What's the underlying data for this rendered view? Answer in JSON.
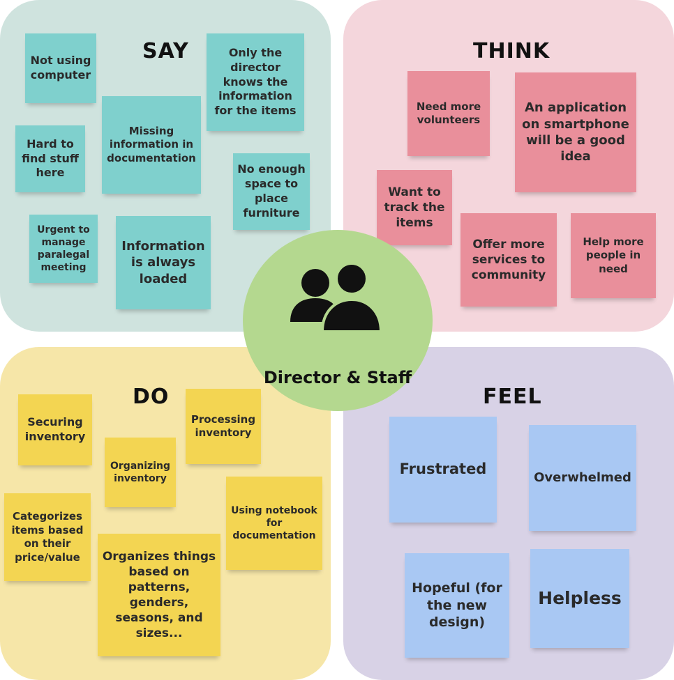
{
  "say": {
    "title": "SAY",
    "notes": [
      "Not using computer",
      "Only the director knows the information for the items",
      "Hard to find stuff here",
      "Missing information in documentation",
      "No enough space to place furniture",
      "Urgent to manage paralegal meeting",
      "Information is always loaded"
    ]
  },
  "think": {
    "title": "THINK",
    "notes": [
      "Need more volunteers",
      "An application on smartphone will be a good idea",
      "Want to track the items",
      "Offer more services to community",
      "Help more people in need"
    ]
  },
  "do": {
    "title": "DO",
    "notes": [
      "Securing inventory",
      "Processing inventory",
      "Organizing inventory",
      "Categorizes items based on their price/value",
      "Using notebook for documentation",
      "Organizes things based on patterns, genders, seasons, and sizes..."
    ]
  },
  "feel": {
    "title": "FEEL",
    "notes": [
      "Frustrated",
      "Overwhelmed",
      "Hopeful (for the new design)",
      "Helpless"
    ]
  },
  "center": {
    "label": "Director & Staff",
    "icon": "people-icon"
  },
  "colors": {
    "say": "#cfe3de",
    "think": "#f4d6dc",
    "do": "#f6e6a8",
    "feel": "#d8d2e6",
    "center": "#b4d88f"
  }
}
